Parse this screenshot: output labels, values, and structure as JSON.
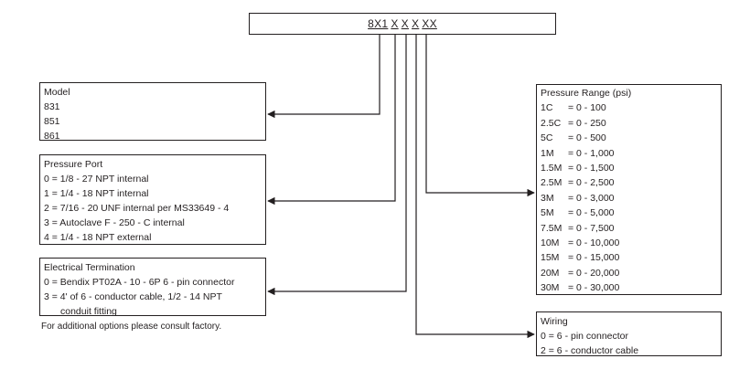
{
  "code": {
    "segments": [
      "8X1",
      "X",
      "X",
      "X",
      "XX"
    ]
  },
  "model": {
    "title": "Model",
    "items": [
      "831",
      "851",
      "861"
    ]
  },
  "pressure_port": {
    "title": "Pressure Port",
    "items": [
      "0 = 1/8 - 27 NPT internal",
      "1 = 1/4 - 18 NPT internal",
      "2 = 7/16 - 20 UNF internal per MS33649 - 4",
      "3 = Autoclave F - 250 - C internal",
      "4 = 1/4 - 18 NPT external"
    ]
  },
  "electrical_termination": {
    "title": "Electrical Termination",
    "items": [
      "0 = Bendix PT02A - 10 - 6P 6 - pin connector",
      "3 = 4' of 6 - conductor cable, 1/2 - 14 NPT"
    ],
    "continuation": "conduit fitting"
  },
  "note": "For additional options please consult factory.",
  "pressure_range": {
    "title": "Pressure Range (psi)",
    "items": [
      {
        "code": "1C",
        "value": "= 0 - 100"
      },
      {
        "code": "2.5C",
        "value": "= 0 - 250"
      },
      {
        "code": "5C",
        "value": "= 0 - 500"
      },
      {
        "code": "1M",
        "value": "= 0 - 1,000"
      },
      {
        "code": "1.5M",
        "value": "= 0 - 1,500"
      },
      {
        "code": "2.5M",
        "value": "= 0 - 2,500"
      },
      {
        "code": "3M",
        "value": "= 0 - 3,000"
      },
      {
        "code": "5M",
        "value": "= 0 - 5,000"
      },
      {
        "code": "7.5M",
        "value": "= 0 - 7,500"
      },
      {
        "code": "10M",
        "value": "= 0 - 10,000"
      },
      {
        "code": "15M",
        "value": "= 0 - 15,000"
      },
      {
        "code": "20M",
        "value": "= 0 - 20,000"
      },
      {
        "code": "30M",
        "value": "= 0 - 30,000"
      }
    ]
  },
  "wiring": {
    "title": "Wiring",
    "items": [
      "0 = 6 - pin connector",
      "2 = 6 - conductor cable"
    ]
  }
}
